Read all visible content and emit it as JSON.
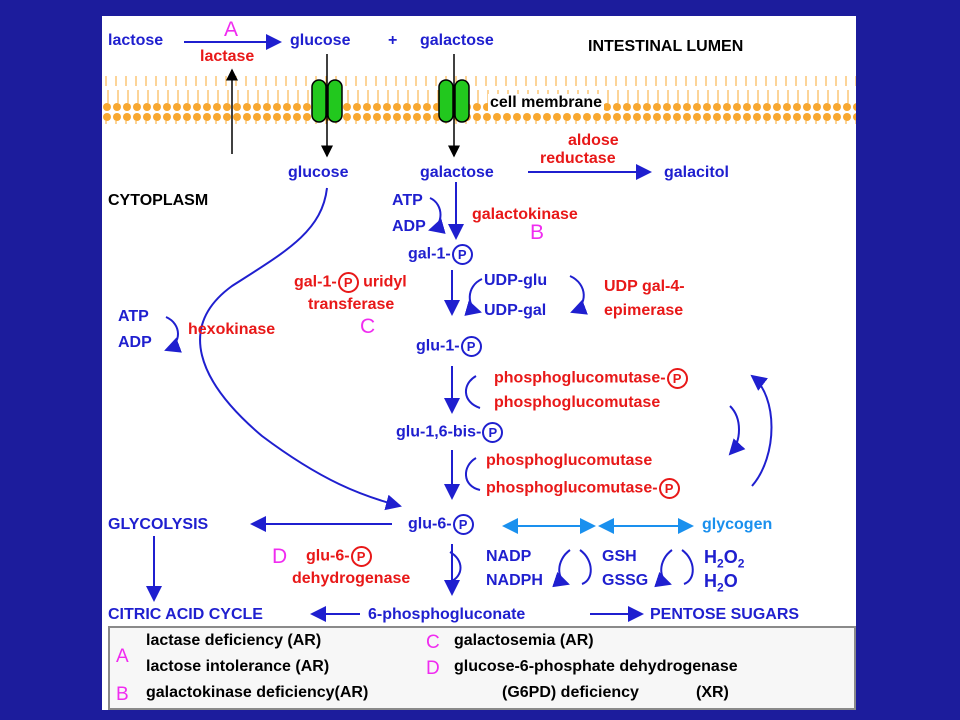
{
  "colors": {
    "background": "#1c1c9c",
    "metabolite": "#1f1fcf",
    "enzyme": "#e81818",
    "letter": "#f02cf0",
    "glycogen": "#1a90ee",
    "channel": "#22c81e"
  },
  "lumen": {
    "lactose": "lactose",
    "letter_a": "A",
    "lactase": "lactase",
    "glucose": "glucose",
    "plus": "+",
    "galactose": "galactose",
    "label": "INTESTINAL LUMEN"
  },
  "membrane_label": "cell membrane",
  "cytoplasm": {
    "label": "CYTOPLASM",
    "glucose": "glucose",
    "galactose": "galactose",
    "aldose": "aldose",
    "reductase": "reductase",
    "galacitol": "galacitol",
    "atp1": "ATP",
    "adp1": "ADP",
    "galactokinase": "galactokinase",
    "letter_b": "B",
    "gal1p": "gal-1-",
    "gal1p_uridyl": "gal-1-",
    "uridyl": "uridyl",
    "transferase": "transferase",
    "letter_c": "C",
    "udp_glu": "UDP-glu",
    "udp_gal": "UDP-gal",
    "udp_gal4": "UDP gal-4-",
    "epimerase": "epimerase",
    "atp2": "ATP",
    "adp2": "ADP",
    "hexokinase": "hexokinase",
    "glu1p": "glu-1-",
    "pgm_p1": "phosphoglucomutase-",
    "pgm1": "phosphoglucomutase",
    "glu16bis": "glu-1,6-bis-",
    "pgm2": "phosphoglucomutase",
    "pgm_p2": "phosphoglucomutase-",
    "glycolysis": "GLYCOLYSIS",
    "glu6p": "glu-6-",
    "glycogen": "glycogen",
    "letter_d": "D",
    "g6pd1": "glu-6-",
    "g6pd2": "dehydrogenase",
    "nadp": "NADP",
    "nadph": "NADPH",
    "gsh": "GSH",
    "gssg": "GSSG",
    "citric": "CITRIC ACID CYCLE",
    "pg": "6-phosphogluconate",
    "pentose": "PENTOSE SUGARS",
    "p_symbol": "P"
  },
  "legend": {
    "a_letter": "A",
    "a1": "lactase deficiency (AR)",
    "a2": "lactose intolerance (AR)",
    "b_letter": "B",
    "b1": "galactokinase deficiency(AR)",
    "c_letter": "C",
    "c1": "galactosemia (AR)",
    "d_letter": "D",
    "d1": "glucose-6-phosphate dehydrogenase",
    "d2": "(G6PD) deficiency",
    "d3": "(XR)"
  }
}
